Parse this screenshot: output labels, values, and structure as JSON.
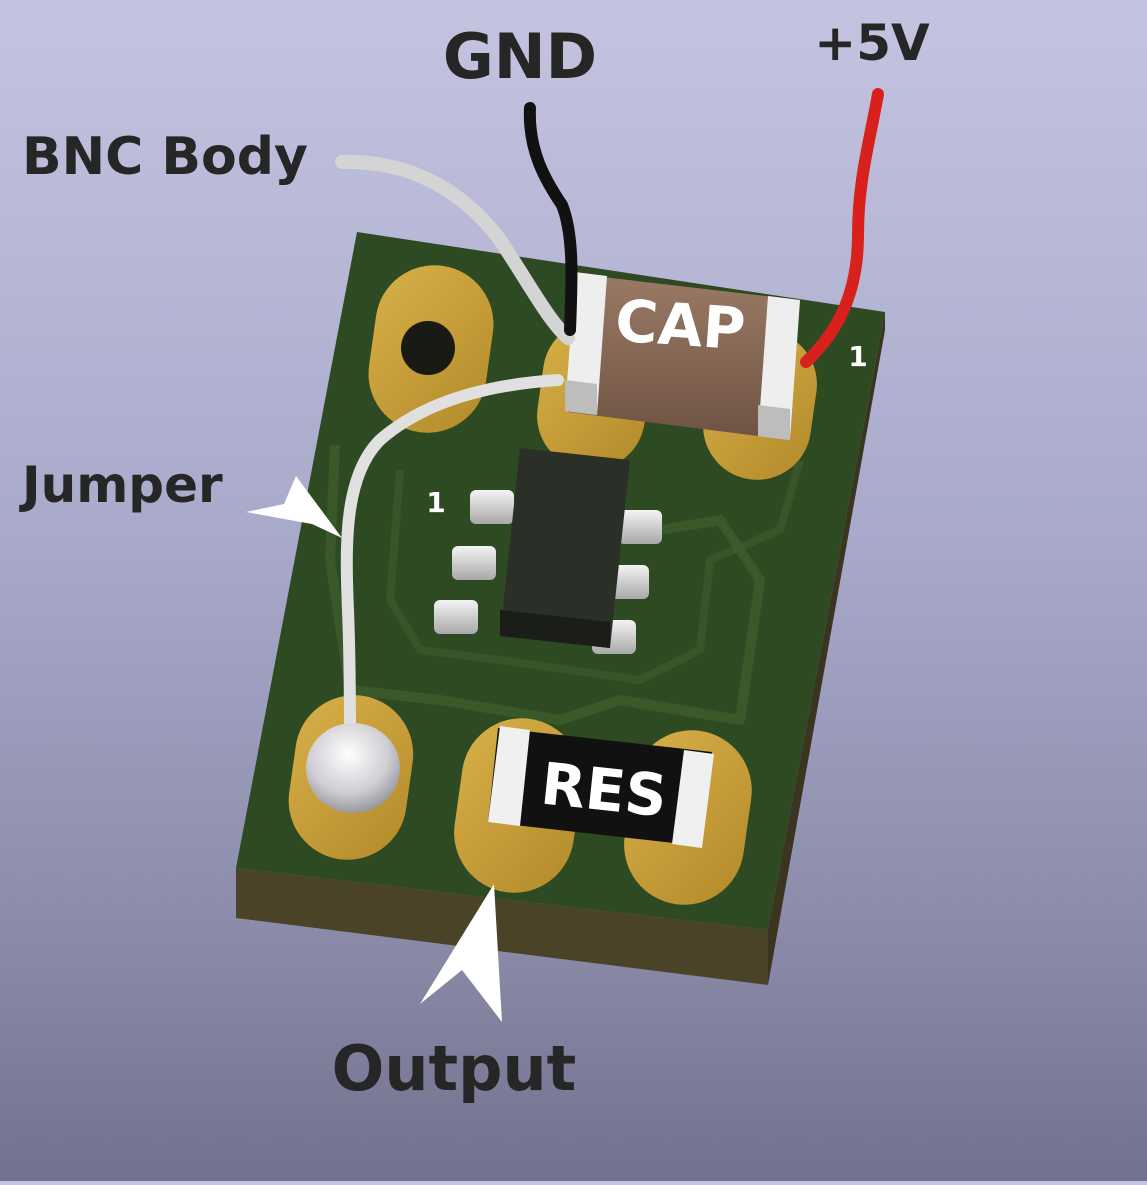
{
  "labels": {
    "gnd": "GND",
    "plus5v": "+5V",
    "bnc_body": "BNC Body",
    "jumper": "Jumper",
    "output": "Output"
  },
  "components": {
    "capacitor": "CAP",
    "resistor": "RES",
    "pin1_cap": "1",
    "pin1_ic": "1"
  },
  "colors": {
    "pcb": "#2e4a22",
    "pad_gold": "#c9a23a",
    "wire_gnd": "#111111",
    "wire_5v": "#d8211c",
    "wire_bnc": "#d4d4d4",
    "jumper_wire": "#e0e0e0",
    "cap_body": "#8a6a58",
    "res_body": "#111111",
    "ic_body": "#2a2f28"
  }
}
